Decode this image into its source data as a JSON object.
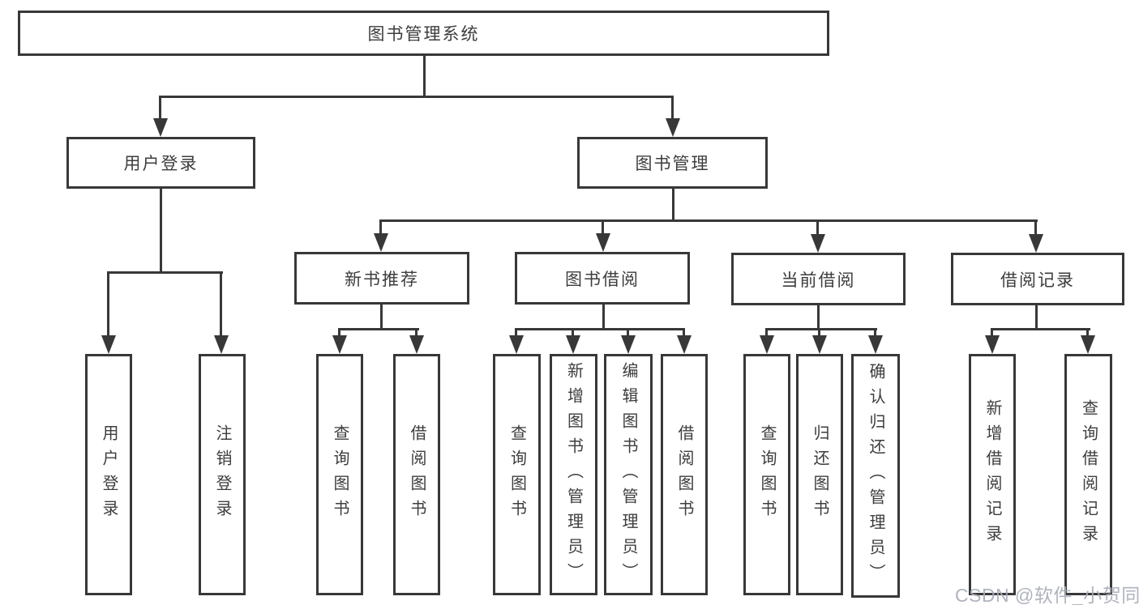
{
  "diagram": {
    "root": "图书管理系统",
    "level2": [
      "用户登录",
      "图书管理"
    ],
    "level3": [
      "新书推荐",
      "图书借阅",
      "当前借阅",
      "借阅记录"
    ],
    "leaves": {
      "user_login": [
        "用户登录",
        "注销登录"
      ],
      "new_book_recommend": [
        "查询图书",
        "借阅图书"
      ],
      "book_borrow": [
        "查询图书",
        "新增图书（管理员）",
        "编辑图书（管理员）",
        "借阅图书"
      ],
      "current_borrow": [
        "查询图书",
        "归还图书",
        "确认归还（管理员）"
      ],
      "borrow_records": [
        "新增借阅记录",
        "查询借阅记录"
      ]
    }
  },
  "watermark": "CSDN @软件_小贺同学",
  "colors": {
    "line": "#383838",
    "text": "#3d3d3d",
    "background": "#ffffff",
    "watermark": "#a8adb8"
  }
}
